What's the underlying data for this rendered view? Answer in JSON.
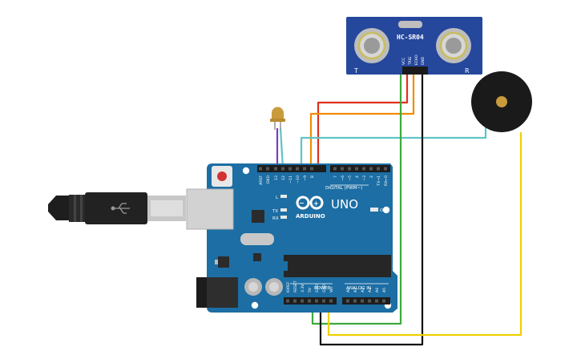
{
  "sensor": {
    "label": "HC-SR04",
    "left_mark": "T",
    "right_mark": "R",
    "pins": [
      "VCC",
      "TRIG",
      "ECHO",
      "GND"
    ]
  },
  "board": {
    "logo_name": "ARDUINO",
    "model": "UNO",
    "on_label": "ON",
    "led_l": "L",
    "led_tx": "TX",
    "led_rx": "RX",
    "digital_label": "DIGITAL (PWM~)",
    "power_label": "POWER",
    "analog_label": "ANALOG IN",
    "top_pins": [
      "AREF",
      "GND",
      "13",
      "12",
      "~11",
      "~10",
      "~9",
      "8",
      "7",
      "~6",
      "~5",
      "4",
      "~3",
      "2",
      "TX→1",
      "RX←0"
    ],
    "power_pins": [
      "IOREF",
      "RESET",
      "3.3V",
      "5V",
      "GND",
      "GND",
      "Vin"
    ],
    "analog_pins": [
      "A0",
      "A1",
      "A2",
      "A3",
      "A4",
      "A5"
    ]
  },
  "wire_colors": {
    "red": "#e0301e",
    "orange": "#f08c00",
    "cyan": "#5fc4c4",
    "green": "#3daa3d",
    "black": "#111111",
    "yellow": "#f0d000",
    "purple": "#7a3db8"
  }
}
